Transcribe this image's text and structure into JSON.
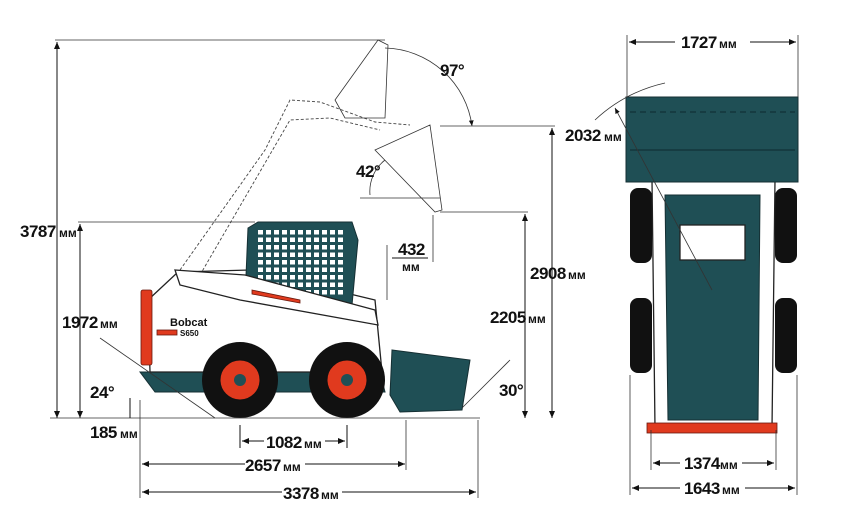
{
  "side_view": {
    "brand": "Bobcat",
    "model_badge": "S650",
    "dimensions": {
      "lift_height_total": {
        "value": "3787",
        "unit": "мм"
      },
      "cab_height": {
        "value": "1972",
        "unit": "мм"
      },
      "ground_clearance": {
        "value": "185",
        "unit": "мм"
      },
      "departure_angle": {
        "value": "24°"
      },
      "wheelbase": {
        "value": "1082",
        "unit": "мм"
      },
      "length_no_bucket": {
        "value": "2657",
        "unit": "мм"
      },
      "length_with_bucket": {
        "value": "3378",
        "unit": "мм"
      },
      "dump_angle": {
        "value": "42°"
      },
      "rollback_angle_max": {
        "value": "97°"
      },
      "dump_reach": {
        "value": "432",
        "unit": "мм"
      },
      "dump_height": {
        "value": "2205",
        "unit": "мм"
      },
      "hinge_pin_height": {
        "value": "2908",
        "unit": "мм"
      },
      "rollback_angle_ground": {
        "value": "30°"
      }
    }
  },
  "front_view": {
    "dimensions": {
      "bucket_width": {
        "value": "1727",
        "unit": "мм"
      },
      "turning_radius": {
        "value": "2032",
        "unit": "мм"
      },
      "track_width": {
        "value": "1374",
        "unit": "мм"
      },
      "overall_width": {
        "value": "1643",
        "unit": "мм"
      }
    }
  },
  "colors": {
    "body": "#ffffff",
    "accent_teal": "#1f4f55",
    "accent_red": "#e03a1e",
    "line": "#111111"
  }
}
